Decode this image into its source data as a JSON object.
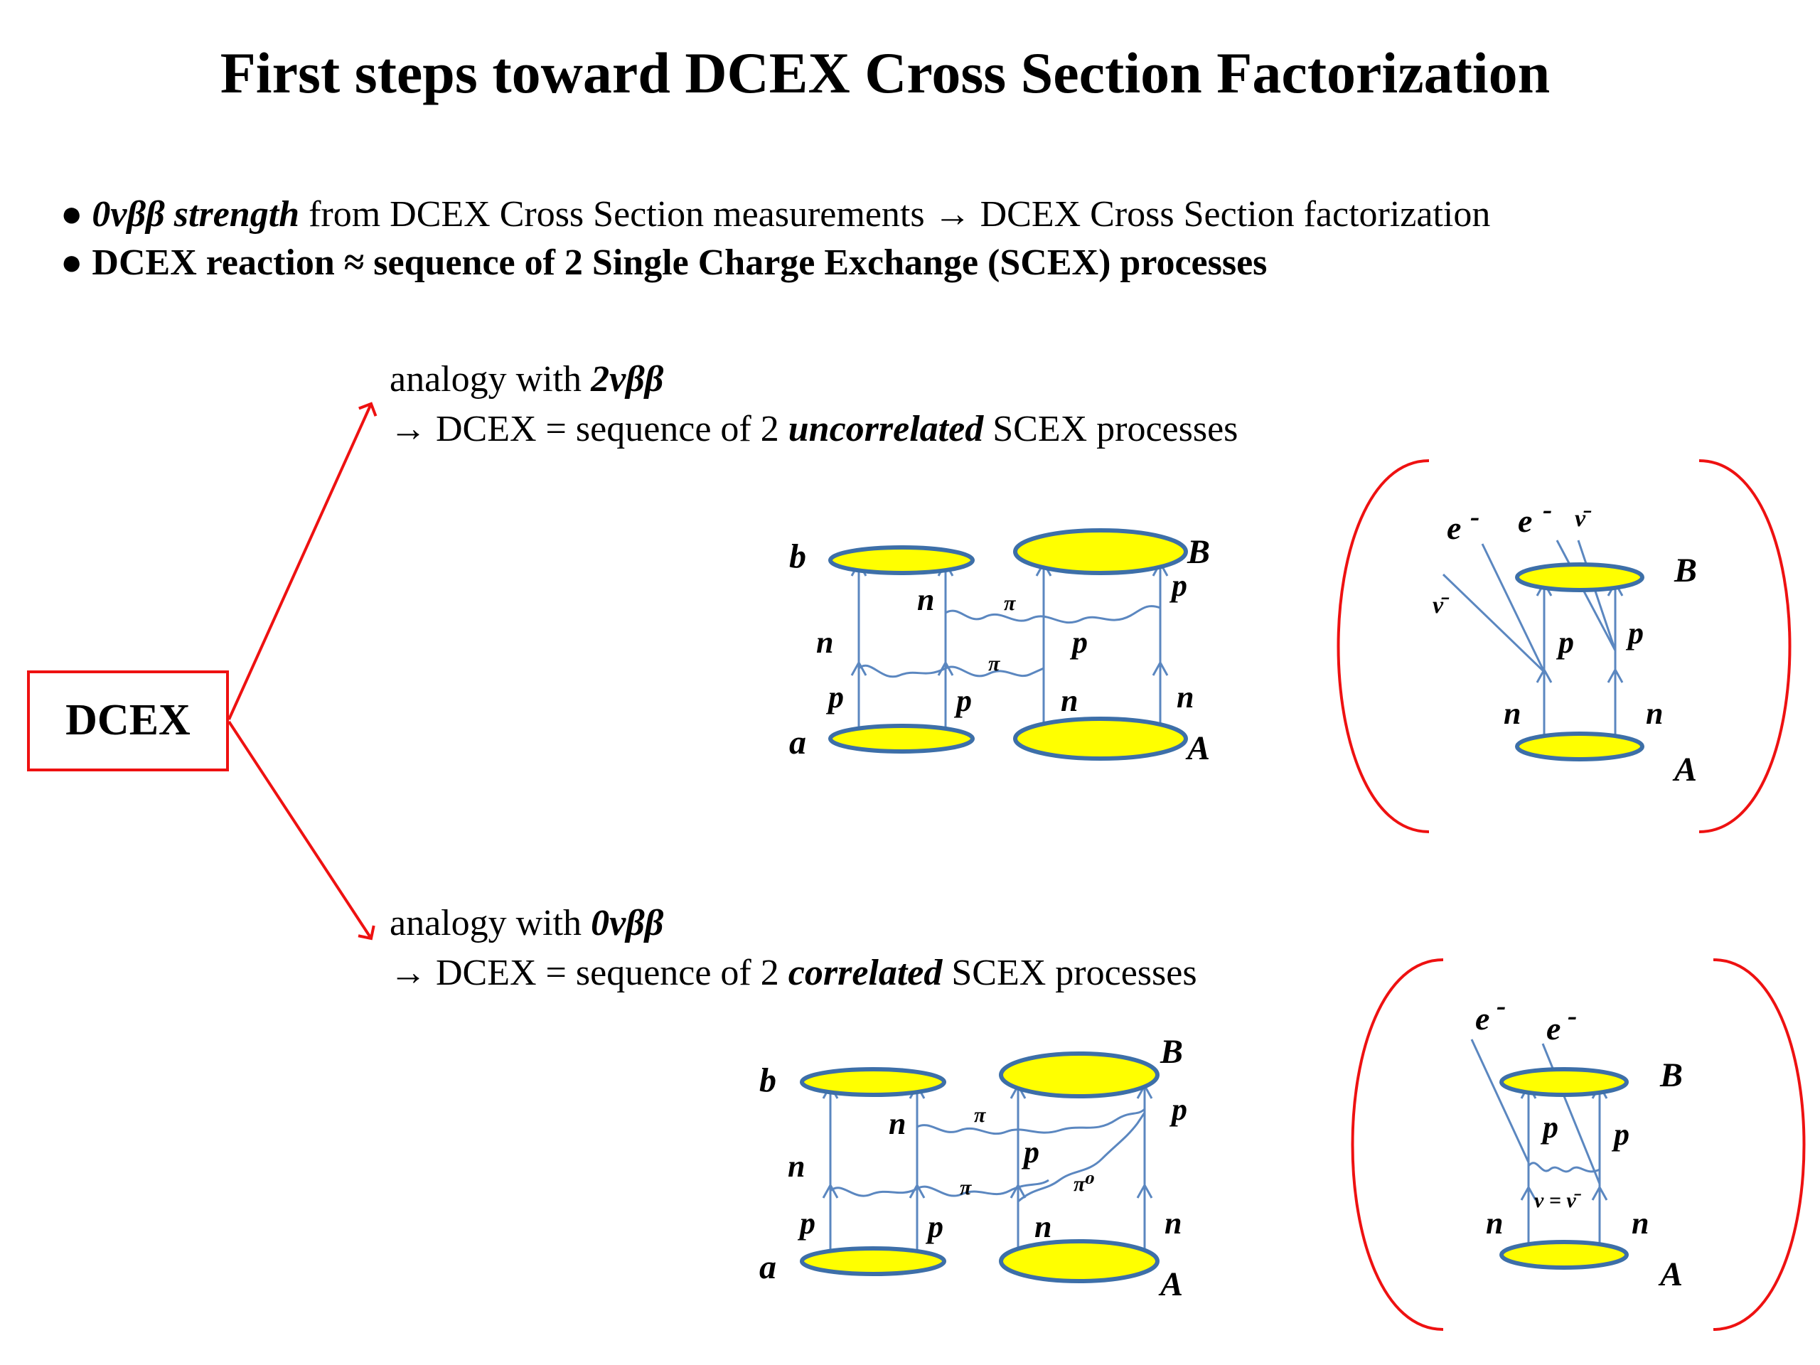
{
  "title": "First steps toward DCEX Cross Section Factorization",
  "bullets": [
    {
      "glyph": "●",
      "em": "0νββ strength",
      "rest": " from DCEX Cross Section measurements  → DCEX Cross Section factorization"
    },
    {
      "glyph": "●",
      "text": " DCEX reaction  ≈  sequence of 2 Single Charge Exchange (SCEX) processes"
    }
  ],
  "dcex_box": "DCEX",
  "upper": {
    "line1_pre": "analogy with ",
    "line1_em": "2νββ",
    "line2_pre": "→ DCEX = sequence of  2 ",
    "line2_em": "uncorrelated",
    "line2_post": "  SCEX  processes"
  },
  "lower": {
    "line1_pre": "analogy with ",
    "line1_em": "0νββ",
    "line2_pre": "→ DCEX = sequence of  2 ",
    "line2_em": "correlated",
    "line2_post": "  SCEX  processes"
  },
  "labels": {
    "a": "a",
    "b": "b",
    "A": "A",
    "B": "B",
    "n": "n",
    "p": "p",
    "pi": "π",
    "pi0": "π⁰",
    "e": "e",
    "minus": "-",
    "nubar": "ν̄",
    "nu_eq": "ν = ν̄"
  }
}
